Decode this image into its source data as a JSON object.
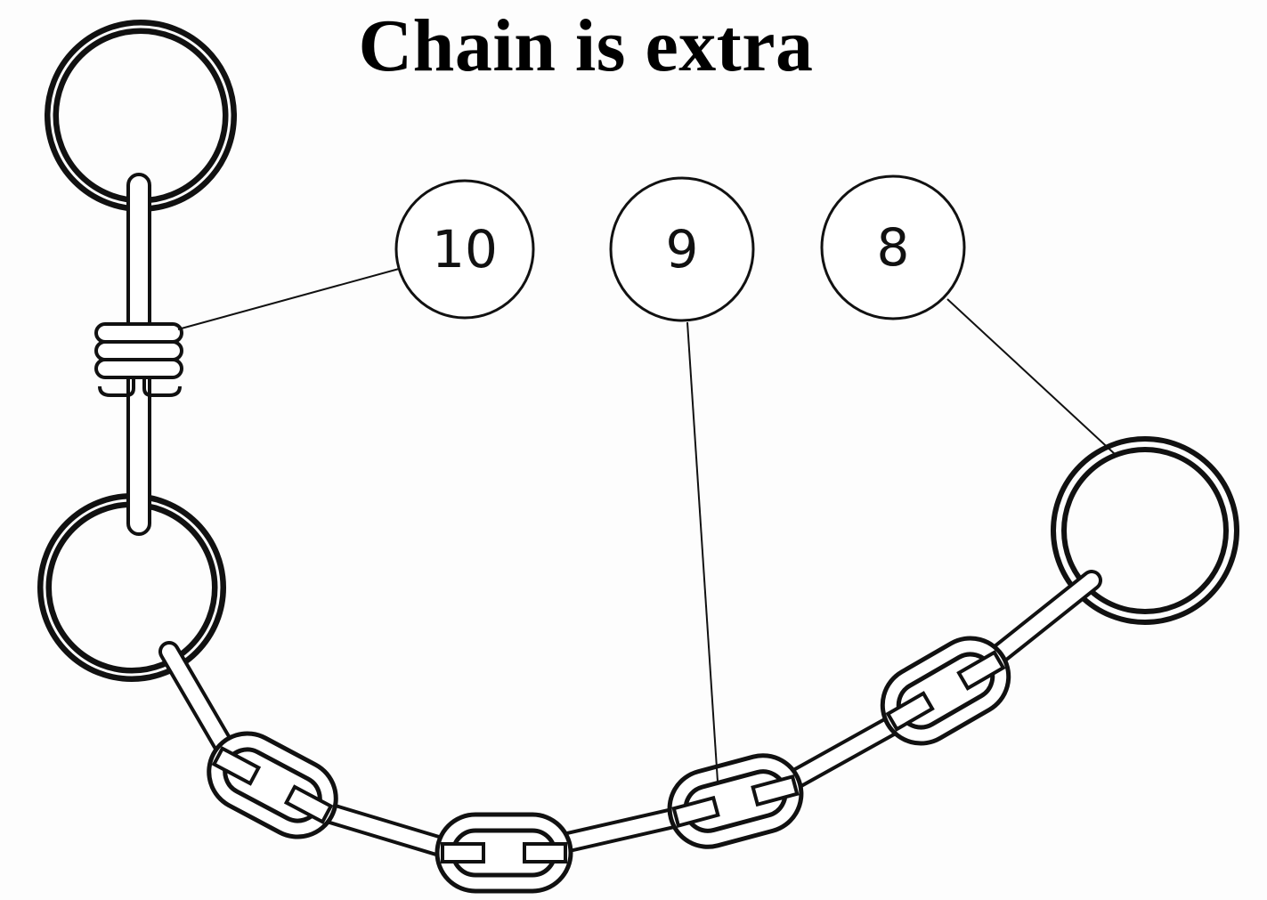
{
  "title": "Chain is extra",
  "callouts": [
    {
      "id": "10",
      "label": "10",
      "points_to": "wire coil wrap"
    },
    {
      "id": "9",
      "label": "9",
      "points_to": "chain"
    },
    {
      "id": "8",
      "label": "8",
      "points_to": "end ring"
    }
  ],
  "colors": {
    "ink": "#111111",
    "background": "#fdfdfd"
  }
}
